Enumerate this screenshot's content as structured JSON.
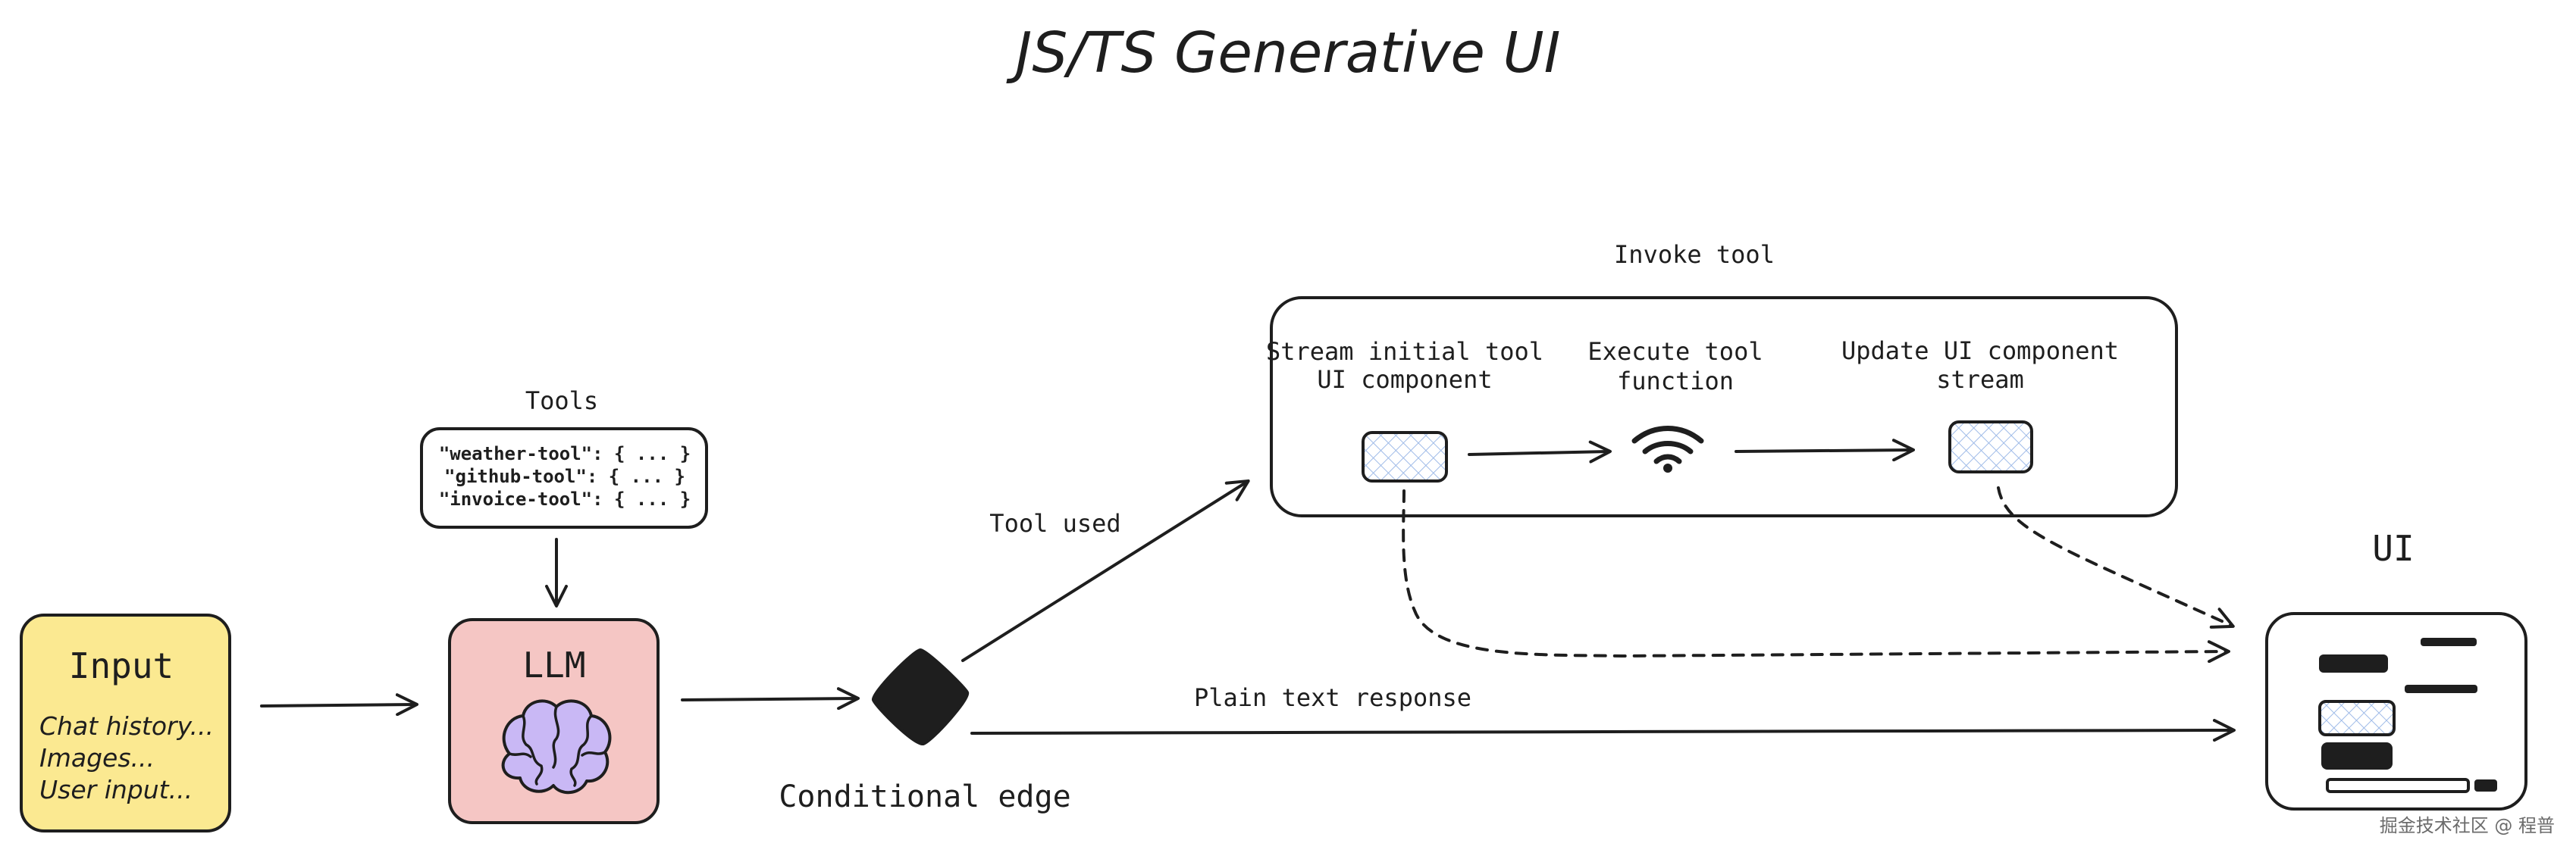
{
  "title": "JS/TS Generative UI",
  "input": {
    "heading": "Input",
    "lines": [
      "Chat history...",
      "Images...",
      "User input..."
    ],
    "fill": "#fbe991"
  },
  "tools": {
    "heading": "Tools",
    "entries": [
      "\"weather-tool\": { ... }",
      "\"github-tool\": { ... }",
      "\"invoice-tool\": { ... }"
    ]
  },
  "llm": {
    "label": "LLM",
    "fill": "#f5c6c4",
    "brain_fill": "#c9b8f5",
    "icon": "brain-icon"
  },
  "conditional_edge": {
    "label": "Conditional edge"
  },
  "edges": {
    "tool_used": "Tool used",
    "plain_text": "Plain text response"
  },
  "invoke_tool": {
    "heading": "Invoke tool",
    "steps": [
      {
        "label_line1": "Stream initial tool",
        "label_line2": "UI component"
      },
      {
        "label_line1": "Execute tool",
        "label_line2": "function",
        "icon": "wifi-signal-icon"
      },
      {
        "label_line1": "Update UI component",
        "label_line2": "stream"
      }
    ],
    "component_fill": "#dbe8fb"
  },
  "ui": {
    "heading": "UI"
  },
  "watermark": "掘金技术社区 @ 程普"
}
